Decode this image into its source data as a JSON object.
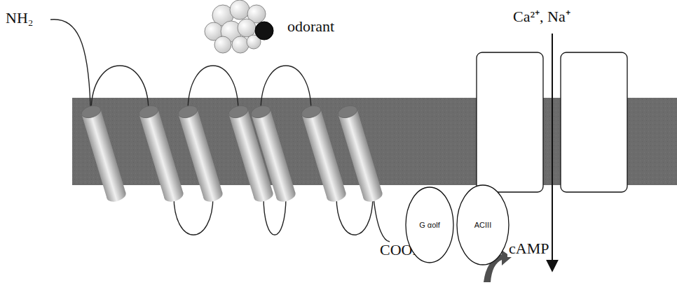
{
  "diagram": {
    "nodes": [
      {
        "text": [
          "G αolf"
        ]
      },
      {
        "text": [
          "ACIII"
        ]
      }
    ],
    "labels": [
      "odorant",
      "NH₂",
      "Ca²⁺, Na⁺",
      "COOH",
      "cAMP"
    ]
  }
}
